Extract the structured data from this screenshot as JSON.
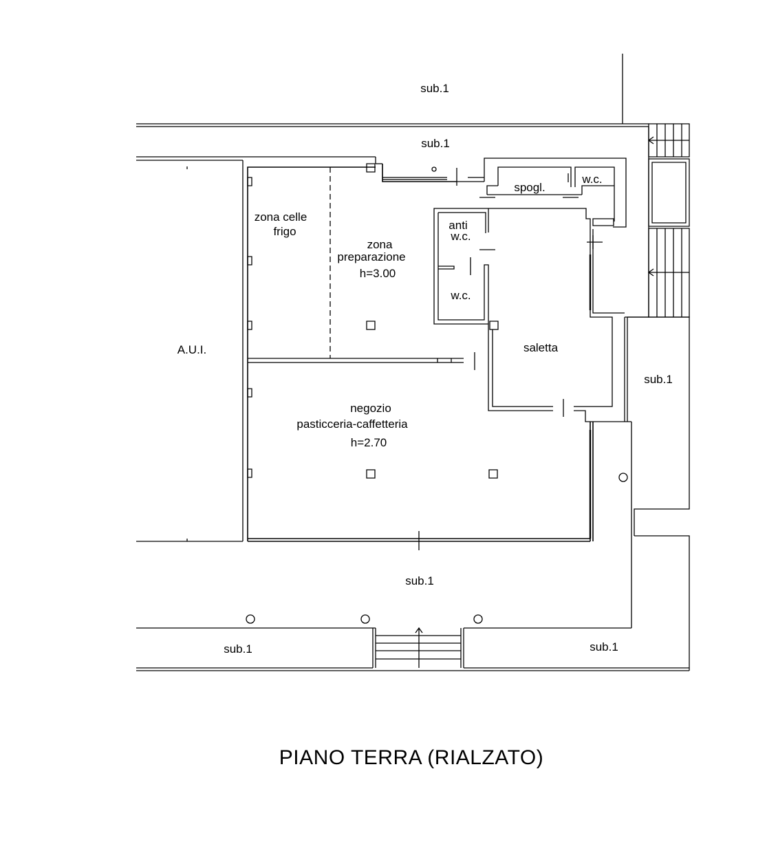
{
  "title": "PIANO TERRA (RIALZATO)",
  "rooms": {
    "sub_top_outer": "sub.1",
    "sub_top_corridor": "sub.1",
    "aui": "A.U.I.",
    "celle_line1": "zona celle",
    "celle_line2": "frigo",
    "prep_line1": "zona",
    "prep_line2": "preparazione",
    "prep_height": "h=3.00",
    "spogl": "spogl.",
    "wc_top": "w.c.",
    "anti_line1": "anti",
    "anti_line2": "w.c.",
    "wc_left": "w.c.",
    "saletta": "saletta",
    "sub_right": "sub.1",
    "negozio_line1": "negozio",
    "negozio_line2": "pasticceria-caffetteria",
    "negozio_height": "h=2.70",
    "sub_bottom_terrace": "sub.1",
    "sub_bottom_left": "sub.1",
    "sub_bottom_right": "sub.1"
  },
  "colors": {
    "line": "#000000",
    "background": "#ffffff"
  }
}
